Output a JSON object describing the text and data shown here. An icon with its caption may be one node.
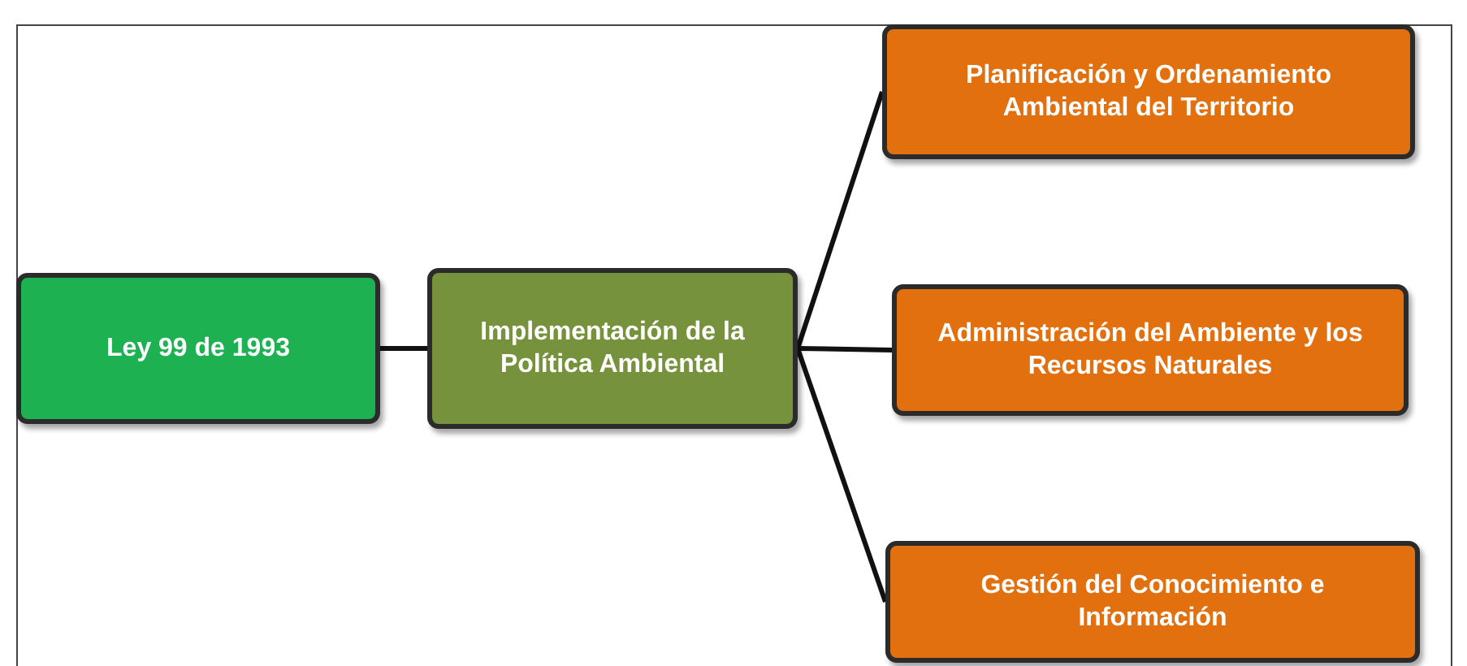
{
  "diagram": {
    "nodes": [
      {
        "text": [
          "Ley 99 de 1993"
        ]
      },
      {
        "text": [
          "Implementación de la Política Ambiental"
        ]
      },
      {
        "text": [
          "Planificación y Ordenamiento Ambiental del Territorio"
        ]
      },
      {
        "text": [
          "Administración del Ambiente y los Recursos Naturales"
        ]
      },
      {
        "text": [
          "Gestión del Conocimiento e Información"
        ]
      }
    ],
    "edges": [
      {
        "from": 0,
        "to": 1,
        "arrow": "none"
      },
      {
        "from": 1,
        "to": 2,
        "arrow": "none"
      },
      {
        "from": 1,
        "to": 3,
        "arrow": "none"
      },
      {
        "from": 1,
        "to": 4,
        "arrow": "none"
      }
    ]
  }
}
